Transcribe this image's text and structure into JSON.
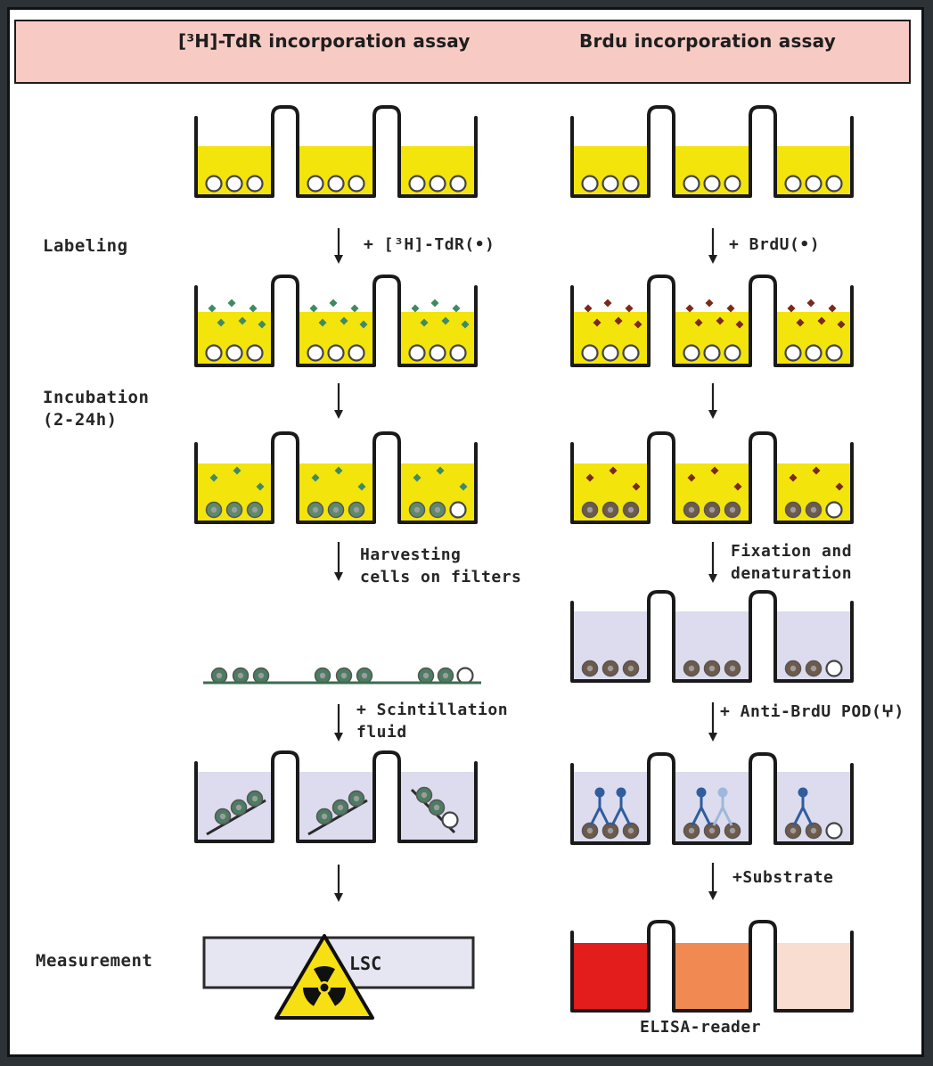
{
  "header": {
    "left_title": "[³H]-TdR incorporation assay",
    "right_title": "Brdu incorporation assay"
  },
  "steps": {
    "labeling": "Labeling",
    "incubation": "Incubation\n(2-24h)",
    "measurement": "Measurement"
  },
  "left_column": {
    "add_label": "+ [³H]-TdR(•)",
    "harvest_label": "Harvesting\ncells on filters",
    "scintillation_label": "+ Scintillation\nfluid",
    "instrument_label": "LSC"
  },
  "right_column": {
    "add_label": "+ BrdU(•)",
    "fixation_label": "Fixation and\ndenaturation",
    "antibody_label": "+ Anti-BrdU POD(ⵖ)",
    "substrate_label": "+Substrate",
    "reader_label": "ELISA-reader"
  },
  "colors": {
    "medium_yellow": "#f3e40c",
    "well_outline": "#1a1a1a",
    "header_pink": "#f7cbc4",
    "tritium_dot": "#3f8a64",
    "brdu_dot": "#7a2a1a",
    "antibody_blue": "#2f5d9e",
    "signal_red": "#e31c1c",
    "signal_orange": "#f08a52",
    "signal_pale": "#f9ddd0",
    "pale_fluid": "#dcdcee",
    "hazard_yellow": "#f6df12"
  },
  "icons": [
    "radiation-hazard-icon",
    "arrow-down-icon"
  ]
}
